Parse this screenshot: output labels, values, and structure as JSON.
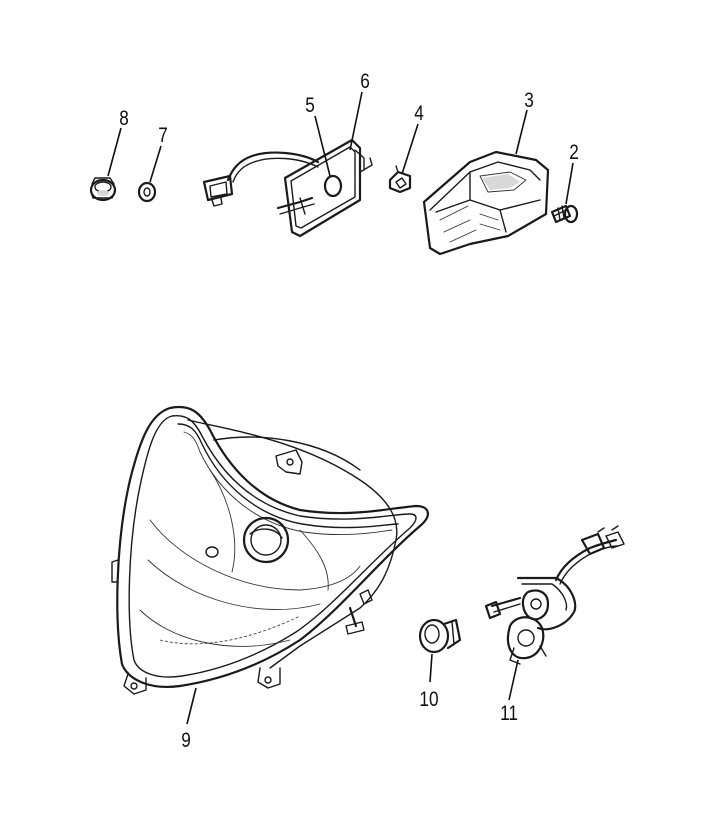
{
  "parts": [
    {
      "id": "p2",
      "number": "2"
    },
    {
      "id": "p3",
      "number": "3"
    },
    {
      "id": "p4",
      "number": "4"
    },
    {
      "id": "p5",
      "number": "5"
    },
    {
      "id": "p6",
      "number": "6"
    },
    {
      "id": "p7",
      "number": "7"
    },
    {
      "id": "p8",
      "number": "8"
    },
    {
      "id": "p9",
      "number": "9"
    },
    {
      "id": "p10",
      "number": "10"
    },
    {
      "id": "p11",
      "number": "11"
    }
  ]
}
